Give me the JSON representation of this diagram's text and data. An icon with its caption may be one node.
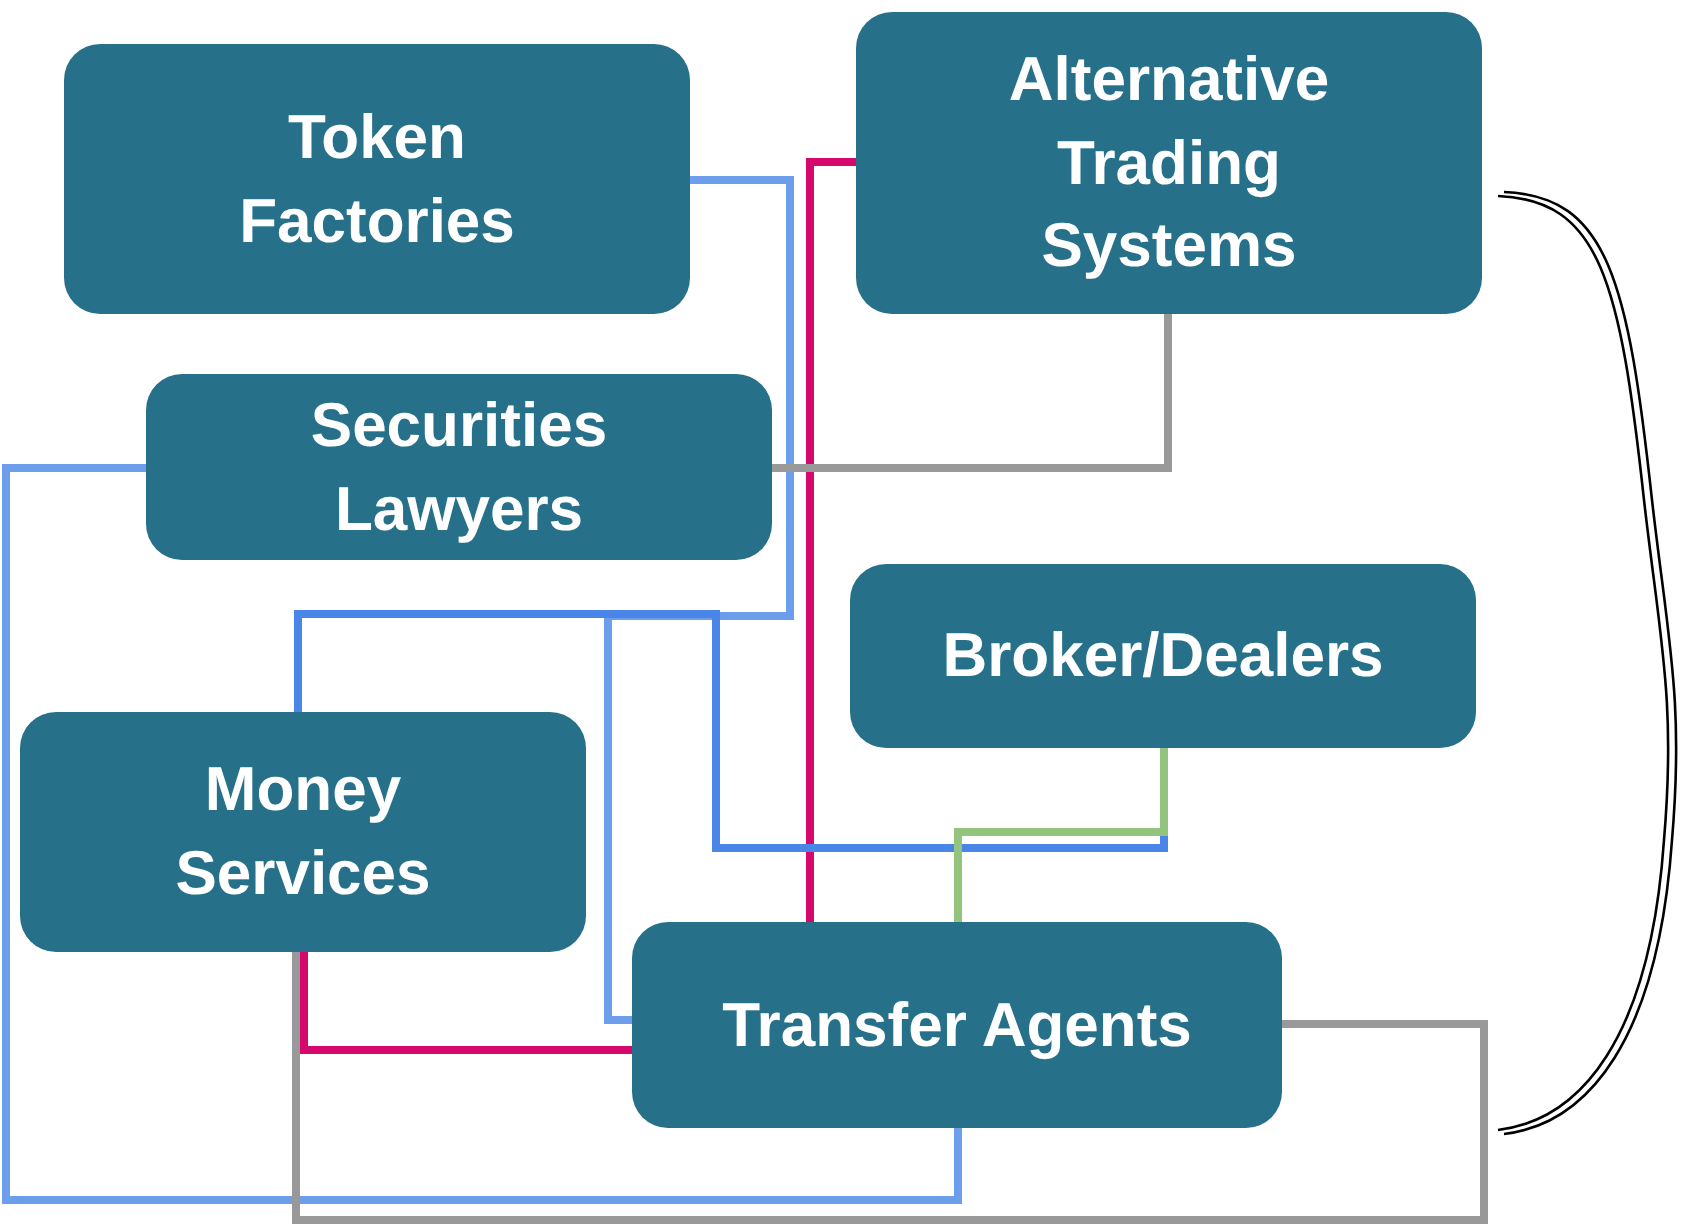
{
  "diagram": {
    "nodes": [
      {
        "text": [
          "Token Factories"
        ]
      },
      {
        "text": [
          "Alternative Trading Systems"
        ]
      },
      {
        "text": [
          "Securities Lawyers"
        ]
      },
      {
        "text": [
          "Broker/Dealers"
        ]
      },
      {
        "text": [
          "Money Services"
        ]
      },
      {
        "text": [
          "Transfer Agents"
        ]
      }
    ],
    "edges": [
      {
        "from": 1,
        "to": 5,
        "arrow": "none",
        "color": "#d6086e"
      },
      {
        "from": 5,
        "to": 4,
        "arrow": "none",
        "color": "#d6086e"
      },
      {
        "from": 0,
        "to": 5,
        "arrow": "none",
        "color": "#6d9eeb"
      },
      {
        "from": 4,
        "to": 3,
        "arrow": "none",
        "color": "#4a86e8"
      },
      {
        "from": 3,
        "to": 5,
        "arrow": "none",
        "color": "#93c47d"
      },
      {
        "from": 2,
        "to": 5,
        "arrow": "none",
        "color": "#6d9eeb"
      },
      {
        "from": 2,
        "to": 1,
        "arrow": "none",
        "color": "#999999"
      },
      {
        "from": 5,
        "to": 4,
        "arrow": "none",
        "color": "#999999"
      }
    ]
  }
}
